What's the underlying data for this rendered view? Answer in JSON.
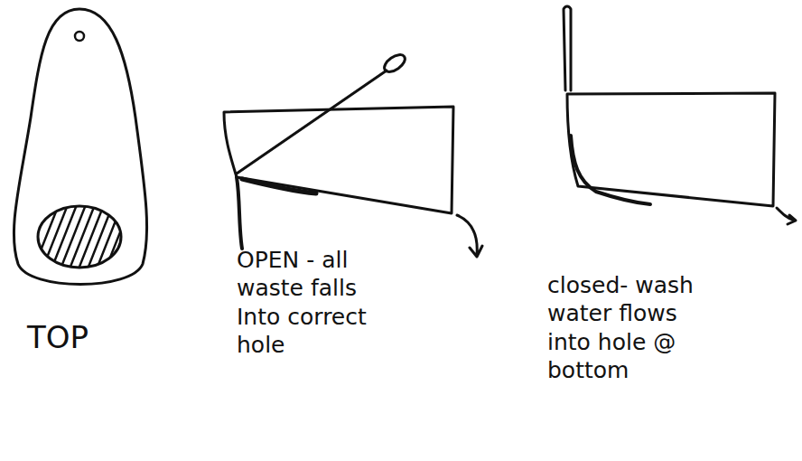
{
  "diagram": {
    "labels": [
      "TOP",
      "OPEN - all waste falls Into correct hole",
      "closed- wash water flows into hole @ bottom"
    ]
  }
}
